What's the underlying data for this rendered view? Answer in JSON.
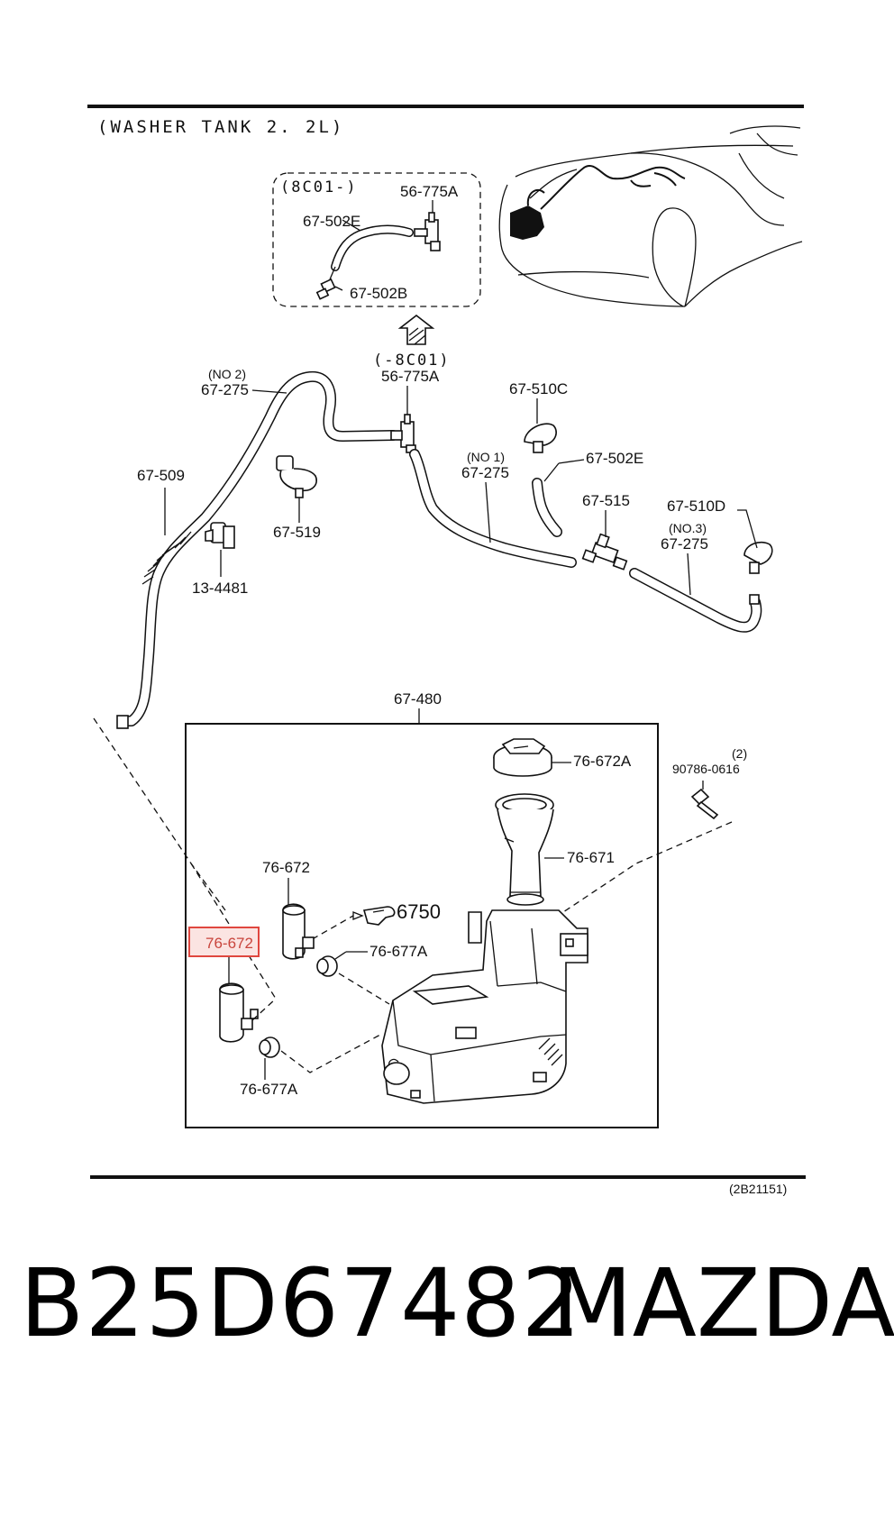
{
  "diagram": {
    "title": "(WASHER  TANK  2. 2L)",
    "figure_code": "(2B21151)",
    "inset": {
      "serial": "(8C01-)",
      "labels": {
        "nozzle": "56-775A",
        "hose_e": "67-502E",
        "hose_b": "67-502B"
      }
    },
    "serial_before": "(-8C01)",
    "labels": {
      "nozzle_56_775A": "56-775A",
      "hose_no2_qualifier": "(NO 2)",
      "hose_no2": "67-275",
      "hose_67_509": "67-509",
      "clip_67_519": "67-519",
      "clip_13_4481": "13-4481",
      "nozzle_67_510C": "67-510C",
      "hose_67_502E": "67-502E",
      "hose_no1_qualifier": "(NO 1)",
      "hose_no1": "67-275",
      "joint_67_515": "67-515",
      "nozzle_67_510D": "67-510D",
      "hose_no3_qualifier": "(NO.3)",
      "hose_no3": "67-275",
      "tank_assembly": "67-480",
      "cap": "76-672A",
      "bolt": "90786-0616",
      "bolt_qty": "(2)",
      "filler_neck": "76-671",
      "pump_upper": "76-672",
      "pump_highlighted": "76-672",
      "ref_6750": "6750",
      "grommet_upper": "76-677A",
      "grommet_lower": "76-677A"
    }
  },
  "caption": {
    "part_number": "B25D67482",
    "brand": "MAZDA"
  },
  "colors": {
    "highlight_border": "#e0473f",
    "highlight_fill": "#fbe4e2",
    "highlight_text": "#c9453d",
    "ink": "#111111"
  },
  "highlighted_part": "76-672"
}
